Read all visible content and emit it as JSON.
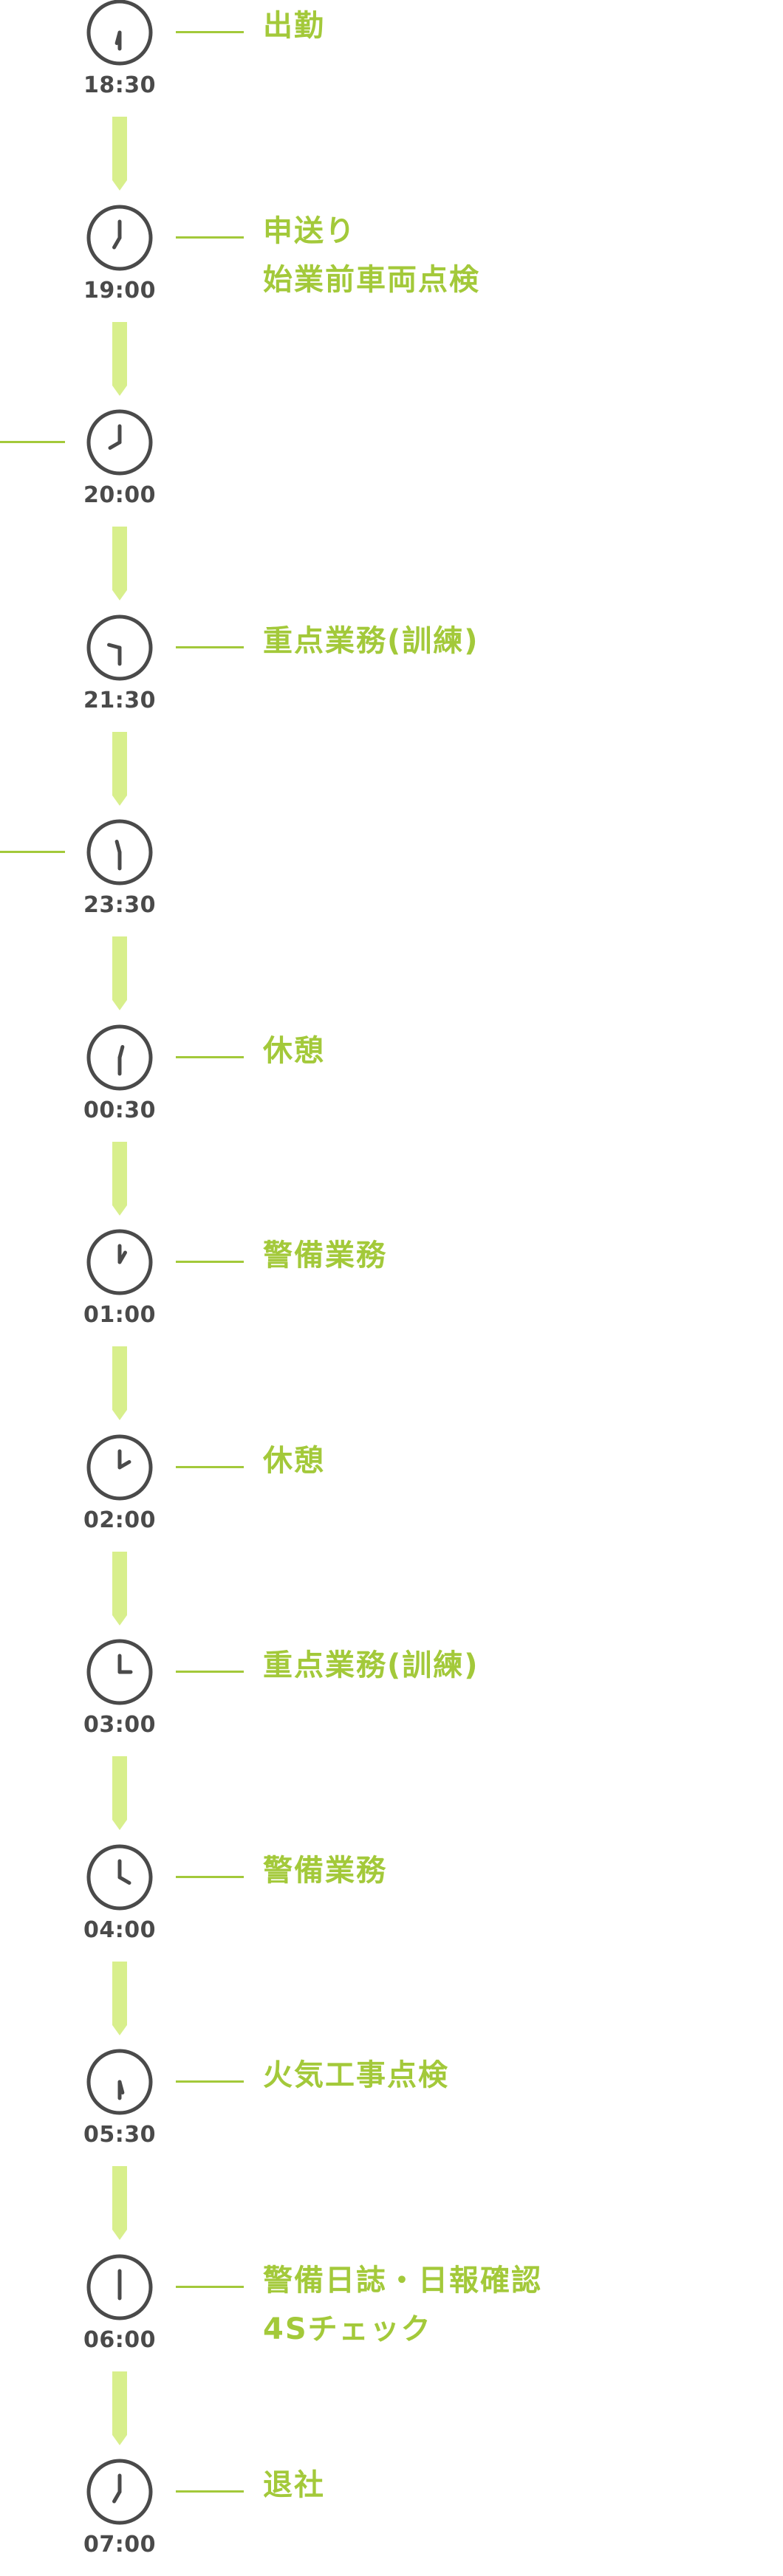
{
  "timeline": {
    "accent_color": "#a3c93a",
    "arrow_color": "#d8ef8c",
    "clock_color": "#4a4a4a",
    "entries": [
      {
        "time": "18:30",
        "activity": [
          "出勤"
        ],
        "connector": "right"
      },
      {
        "time": "19:00",
        "activity": [
          "申送り",
          "始業前車両点検"
        ],
        "connector": "right"
      },
      {
        "time": "20:00",
        "activity": [],
        "connector": "left"
      },
      {
        "time": "21:30",
        "activity": [
          "重点業務(訓練)"
        ],
        "connector": "right"
      },
      {
        "time": "23:30",
        "activity": [],
        "connector": "left"
      },
      {
        "time": "00:30",
        "activity": [
          "休憩"
        ],
        "connector": "right"
      },
      {
        "time": "01:00",
        "activity": [
          "警備業務"
        ],
        "connector": "right"
      },
      {
        "time": "02:00",
        "activity": [
          "休憩"
        ],
        "connector": "right"
      },
      {
        "time": "03:00",
        "activity": [
          "重点業務(訓練)"
        ],
        "connector": "right"
      },
      {
        "time": "04:00",
        "activity": [
          "警備業務"
        ],
        "connector": "right"
      },
      {
        "time": "05:30",
        "activity": [
          "火気工事点検"
        ],
        "connector": "right"
      },
      {
        "time": "06:00",
        "activity": [
          "警備日誌・日報確認",
          "4Sチェック"
        ],
        "connector": "right"
      },
      {
        "time": "07:00",
        "activity": [
          "退社"
        ],
        "connector": "right"
      }
    ]
  }
}
